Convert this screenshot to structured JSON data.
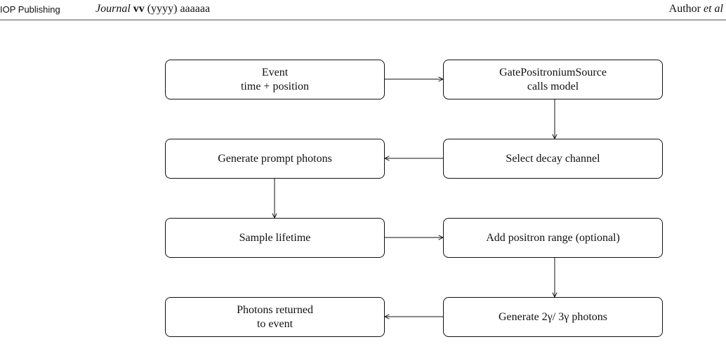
{
  "header": {
    "publisher": "IOP Publishing",
    "journal_name": "Journal",
    "journal_volume": "vv",
    "journal_rest": " (yyyy) aaaaaa",
    "author": "Author",
    "author_suffix": "et al"
  },
  "diagram": {
    "nodes": {
      "event": {
        "line1": "Event",
        "line2": "time + position"
      },
      "source": {
        "line1": "GatePositroniumSource",
        "line2": "calls model"
      },
      "decay": {
        "line1": "Select decay channel"
      },
      "prompt": {
        "line1": "Generate prompt photons"
      },
      "lifetime": {
        "line1": "Sample lifetime"
      },
      "range": {
        "line1": "Add positron range (optional)"
      },
      "gen": {
        "line1": "Generate 2γ/ 3γ photons"
      },
      "returned": {
        "line1": "Photons returned",
        "line2": "to event"
      }
    }
  }
}
